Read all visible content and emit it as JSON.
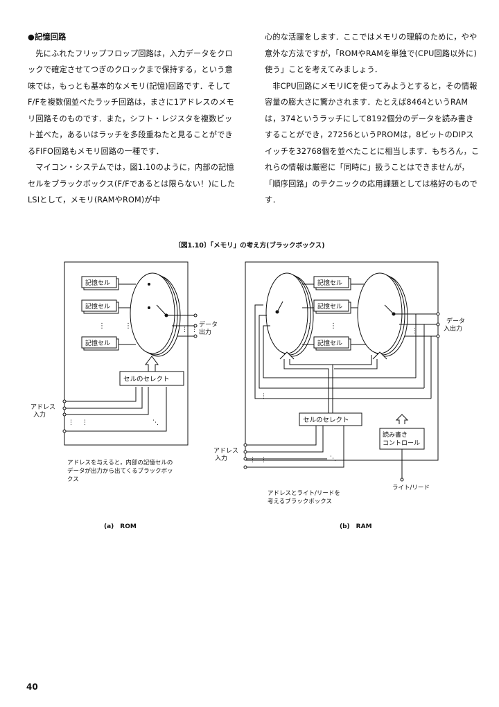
{
  "left_column": {
    "heading": "●記憶回路",
    "paragraphs": [
      "先にふれたフリップフロップ回路は，入力データをクロックで確定させてつぎのクロックまで保持する，という意味では，もっとも基本的なメモリ(記憶)回路です．そしてF/Fを複数個並べたラッチ回路は，まさに1アドレスのメモリ回路そのものです．また，シフト・レジスタを複数ビット並べた，あるいはラッチを多段重ねたと見ることができるFIFO回路もメモリ回路の一種です．",
      "マイコン・システムでは，図1.10のように，内部の記憶セルをブラックボックス(F/Fであるとは限らない！)にしたLSIとして，メモリ(RAMやROM)が中"
    ]
  },
  "right_column": {
    "paragraphs": [
      "心的な活躍をします．ここではメモリの理解のために，やや意外な方法ですが，「ROMやRAMを単独で(CPU回路以外に)使う」ことを考えてみましょう．",
      "非CPU回路にメモリICを使ってみようとすると，その情報容量の膨大さに驚かされます．たとえば8464というRAMは，374というラッチにして8192個分のデータを読み書きすることができ，27256というPROMは，8ビットのDIPスイッチを32768個を並べたことに相当します．もちろん，これらの情報は厳密に「同時に」扱うことはできませんが，「順序回路」のテクニックの応用課題としては格好のものです．"
    ]
  },
  "figure": {
    "caption": "〔図1.10〕「メモリ」の考え方(ブラックボックス)",
    "rom": {
      "cell_label": "記憶セル",
      "select_label": "セルのセレクト",
      "data_label_1": "データ",
      "data_label_2": "出力",
      "address_label_1": "アドレス",
      "address_label_2": "入力",
      "note_1": "アドレスを与えると，内部の記憶セルの",
      "note_2": "データが出力から出てくるブラックボッ",
      "note_3": "クス",
      "sub_caption": "(a)　ROM"
    },
    "ram": {
      "cell_label": "記憶セル",
      "select_label": "セルのセレクト",
      "data_label_1": "データ",
      "data_label_2": "入出力",
      "address_label_1": "アドレス",
      "address_label_2": "入力",
      "rw_control_1": "読み書き",
      "rw_control_2": "コントロール",
      "rw_label": "ライト/リード",
      "note_1": "アドレスとライト/リードを",
      "note_2": "考えるブラックボックス",
      "sub_caption": "(b)　RAM"
    }
  },
  "page_number": "40"
}
